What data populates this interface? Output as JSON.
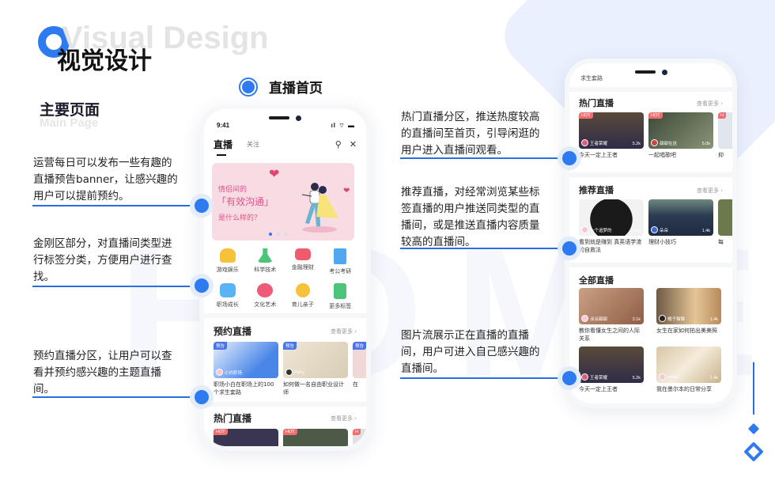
{
  "header": {
    "title_en": "Visual Design",
    "title_cn": "视觉设计",
    "subtitle_cn": "主要页面",
    "subtitle_en": "Main Page",
    "page_label": "直播首页",
    "watermark": "HOME"
  },
  "notes_left": [
    {
      "text": "运营每日可以发布一些有趣的直播预告banner，让感兴趣的用户可以提前预约。"
    },
    {
      "text": "金刚区部分，对直播间类型进行标签分类，方便用户进行查找。"
    },
    {
      "text": "预约直播分区，让用户可以查看并预约感兴趣的主题直播间。"
    }
  ],
  "notes_right": [
    {
      "text": "热门直播分区，推送热度较高的直播间至首页，引导闲逛的用户进入直播间观看。"
    },
    {
      "text": "推荐直播，对经常浏览某些标签直播的用户推送同类型的直播间，或是推送直播内容质量较高的直播间。"
    },
    {
      "text": "图片流展示正在直播的直播间，用户可进入自己感兴趣的直播间。"
    }
  ],
  "phone1": {
    "status_time": "9:41",
    "tabs": {
      "live": "直播",
      "follow": "关注"
    },
    "banner": {
      "line1": "情侣间的",
      "line2": "「有效沟通」",
      "line3": "是什么样的？",
      "page_count": 3,
      "active_page": 1
    },
    "categories": [
      {
        "label": "游戏娱乐",
        "icon": "gamepad-icon",
        "color": "#f7c23a"
      },
      {
        "label": "科学技术",
        "icon": "flask-icon",
        "color": "#4cc57a"
      },
      {
        "label": "金融理财",
        "icon": "card-icon",
        "color": "#ef5a6c"
      },
      {
        "label": "考公考研",
        "icon": "book-icon",
        "color": "#4fa8f0"
      },
      {
        "label": "职场成长",
        "icon": "briefcase-icon",
        "color": "#58b4f4"
      },
      {
        "label": "文化艺术",
        "icon": "palette-icon",
        "color": "#ee5a78"
      },
      {
        "label": "育儿亲子",
        "icon": "baby-icon",
        "color": "#f7c23a"
      },
      {
        "label": "更多标签",
        "icon": "more-tags-icon",
        "color": "#4cc57a"
      }
    ],
    "reserve_section": {
      "title": "预约直播",
      "more": "查看更多",
      "cards": [
        {
          "badge": "预告",
          "host": "小白职场",
          "caption": "职场小白在职场上的100个求生套路",
          "color": "#4a86e8"
        },
        {
          "badge": "预告",
          "host": "Parry",
          "caption": "如何做一名自由职业设计师",
          "color": "#e8dcc4"
        },
        {
          "badge": "预告",
          "host": "",
          "caption": "在",
          "color": "#f0d8d8"
        }
      ]
    },
    "hot_section": {
      "title": "热门直播",
      "more": "查看更多",
      "cards": [
        {
          "badge": "HOT",
          "color": "#3a3550"
        },
        {
          "badge": "HOT",
          "color": "#4d5a48"
        },
        {
          "badge": "H",
          "color": "#e0e0e0"
        }
      ]
    }
  },
  "phone2": {
    "top_caption": "求生套路",
    "hot_section": {
      "title": "热门直播",
      "more": "查看更多",
      "cards": [
        {
          "badge": "HOT",
          "host": "王者荣耀",
          "count": "5.2k",
          "caption": "今天一定上王者",
          "color": "#3a3550"
        },
        {
          "badge": "HOT",
          "host": "甜甜在这",
          "count": "5.0k",
          "caption": "一起唱歌吧",
          "color": "#4d5a48"
        },
        {
          "badge": "H",
          "host": "",
          "count": "",
          "caption": "抑",
          "color": "#e0e6ee"
        }
      ]
    },
    "recommend_section": {
      "title": "推荐直播",
      "more": "查看更多",
      "cards": [
        {
          "host": "一个追梦的",
          "count": "2.5k",
          "caption": "看到就是赚到 真英语学渣的自救法",
          "color": "#222222"
        },
        {
          "host": "朵朵",
          "count": "1.4k",
          "caption": "理财小技巧",
          "color": "#3b4a5c"
        },
        {
          "host": "",
          "count": "",
          "caption": "每",
          "color": "#6b7a4a"
        }
      ]
    },
    "all_section": {
      "title": "全部直播",
      "cards": [
        {
          "host": "派派甜甜",
          "count": "3.1k",
          "caption": "教你看懂女生之间的人际关系",
          "color": "#b98a6e"
        },
        {
          "host": "橘子猫猫",
          "count": "1.4k",
          "caption": "女生在家如何拍出美美照",
          "color": "#c8a070"
        },
        {
          "host": "王者荣耀",
          "count": "5.2k",
          "caption": "今天一定上王者",
          "color": "#3a3550"
        },
        {
          "host": "emily",
          "count": "1.4k",
          "caption": "我在墨尔本的日常分享",
          "color": "#e8dcc8"
        }
      ]
    }
  },
  "colors": {
    "accent": "#2e7af0",
    "line": "#2a6ee0",
    "bg_shape": "#eaf0fd",
    "hot_badge": "#f06e6e",
    "preview_badge": "#4a74e6"
  }
}
